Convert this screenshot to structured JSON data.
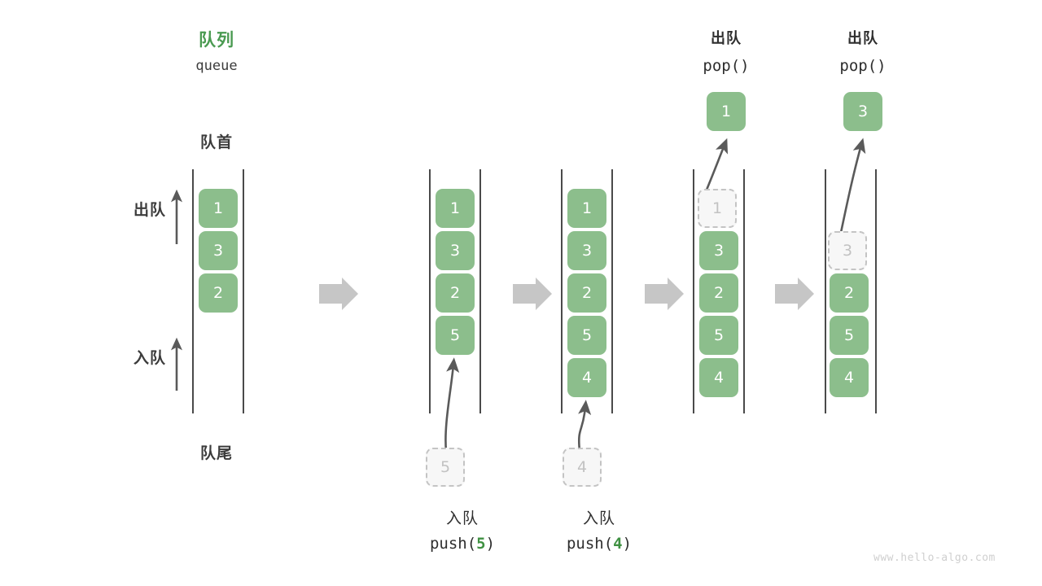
{
  "meta": {
    "watermark": "www.hello-algo.com",
    "colors": {
      "cell_green": "#8cbe8c",
      "title_green": "#4a9a51",
      "ghost_fill": "#f7f7f7",
      "ghost_border": "#c4c4c4",
      "ghost_text": "#c2c2c2",
      "rail": "#4a4a4a",
      "arrow_gray": "#5a5a5a",
      "step_arrow": "#c4c4c4",
      "text": "#3c3c3c"
    }
  },
  "header": {
    "title_cn": "队列",
    "title_en": "queue"
  },
  "labels": {
    "front": "队首",
    "rear": "队尾",
    "dequeue": "出队",
    "enqueue": "入队"
  },
  "stages": [
    {
      "id": "initial",
      "kind": "initial",
      "cells": [
        "1",
        "3",
        "2"
      ],
      "ghost_index": null,
      "op_title_cn": "",
      "op_title_mono": "",
      "caption_cn": "",
      "caption_prefix": "",
      "caption_value": "",
      "caption_suffix": "",
      "popped_value": ""
    },
    {
      "id": "push-5",
      "kind": "push",
      "cells": [
        "1",
        "3",
        "2",
        "5"
      ],
      "ghost_index": null,
      "op_title_cn": "",
      "op_title_mono": "",
      "caption_cn": "入队",
      "caption_prefix": "push(",
      "caption_value": "5",
      "caption_suffix": ")",
      "pending_value": "5",
      "popped_value": ""
    },
    {
      "id": "push-4",
      "kind": "push",
      "cells": [
        "1",
        "3",
        "2",
        "5",
        "4"
      ],
      "ghost_index": null,
      "op_title_cn": "",
      "op_title_mono": "",
      "caption_cn": "入队",
      "caption_prefix": "push(",
      "caption_value": "4",
      "caption_suffix": ")",
      "pending_value": "4",
      "popped_value": ""
    },
    {
      "id": "pop-1",
      "kind": "pop",
      "cells": [
        "1",
        "3",
        "2",
        "5",
        "4"
      ],
      "ghost_index": 0,
      "op_title_cn": "出队",
      "op_title_mono": "pop()",
      "caption_cn": "",
      "caption_prefix": "",
      "caption_value": "",
      "caption_suffix": "",
      "popped_value": "1"
    },
    {
      "id": "pop-3",
      "kind": "pop",
      "cells": [
        "3",
        "2",
        "5",
        "4"
      ],
      "ghost_index": 0,
      "op_title_cn": "出队",
      "op_title_mono": "pop()",
      "caption_cn": "",
      "caption_prefix": "",
      "caption_value": "",
      "caption_suffix": "",
      "popped_value": "3"
    }
  ],
  "step_arrows": 4
}
